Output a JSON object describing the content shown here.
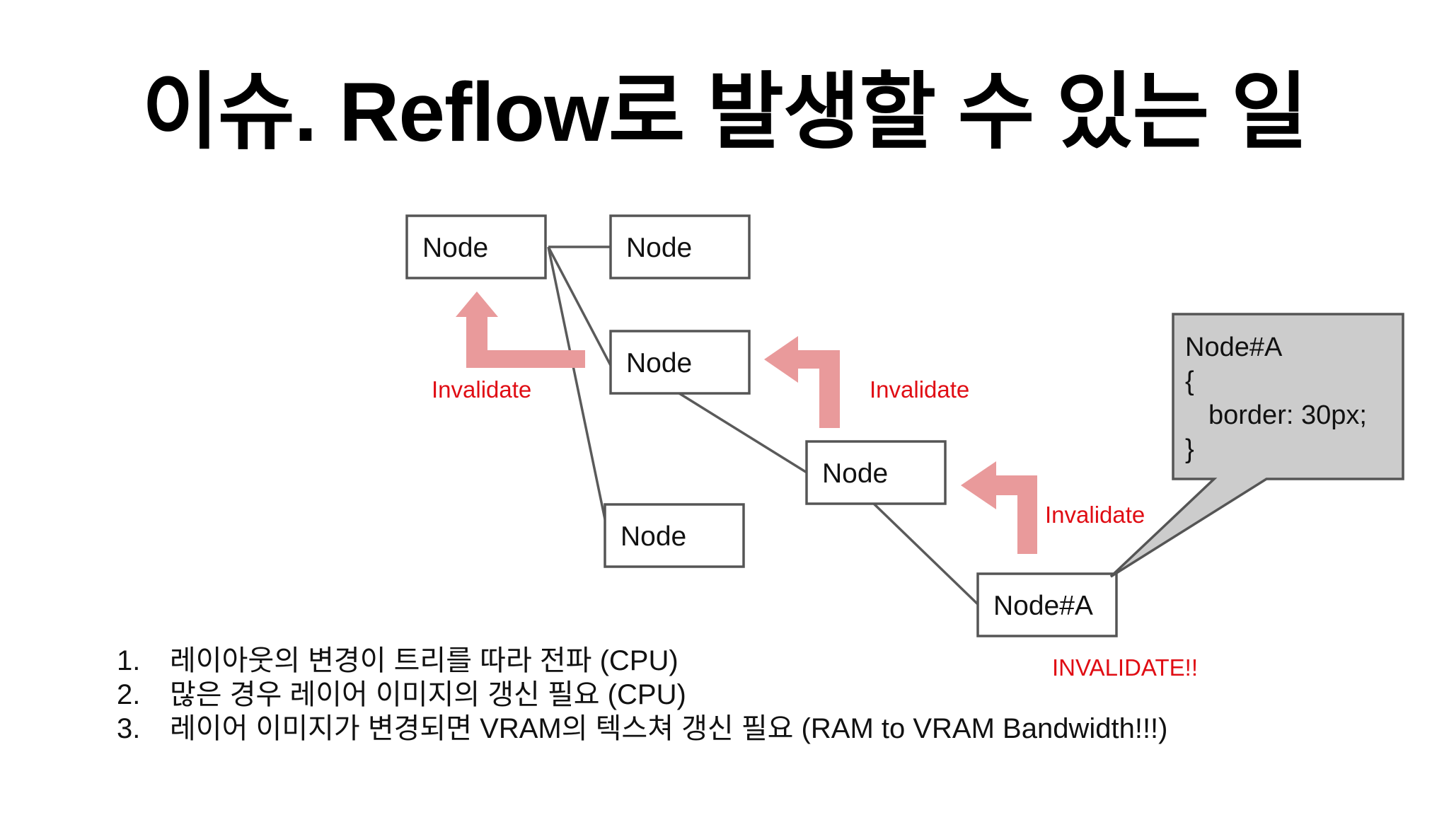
{
  "title": "이슈. Reflow로 발생할 수 있는 일",
  "colors": {
    "arrow": "#e99a9b",
    "invalidate_text": "#e00d14",
    "callout_fill": "#cccccc",
    "border": "#555555"
  },
  "nodes": [
    {
      "id": "n1",
      "label": "Node"
    },
    {
      "id": "n2",
      "label": "Node"
    },
    {
      "id": "n3",
      "label": "Node"
    },
    {
      "id": "n4",
      "label": "Node"
    },
    {
      "id": "n5",
      "label": "Node"
    },
    {
      "id": "n6",
      "label": "Node#A"
    }
  ],
  "edges": [
    {
      "from": "n1",
      "to": "n2"
    },
    {
      "from": "n1",
      "to": "n3"
    },
    {
      "from": "n1",
      "to": "n4"
    },
    {
      "from": "n3",
      "to": "n5"
    },
    {
      "from": "n5",
      "to": "n6"
    }
  ],
  "invalidate_labels": [
    "Invalidate",
    "Invalidate",
    "Invalidate"
  ],
  "invalidate_final": "INVALIDATE!!",
  "callout": {
    "lines": [
      "Node#A",
      "{",
      "border: 30px;",
      "}"
    ]
  },
  "notes": [
    {
      "num": "1.",
      "text": "레이아웃의 변경이 트리를 따라 전파 (CPU)"
    },
    {
      "num": "2.",
      "text": "많은 경우 레이어 이미지의 갱신 필요 (CPU)"
    },
    {
      "num": "3.",
      "text": "레이어 이미지가 변경되면 VRAM의 텍스쳐 갱신 필요 (RAM to VRAM Bandwidth!!!)"
    }
  ]
}
